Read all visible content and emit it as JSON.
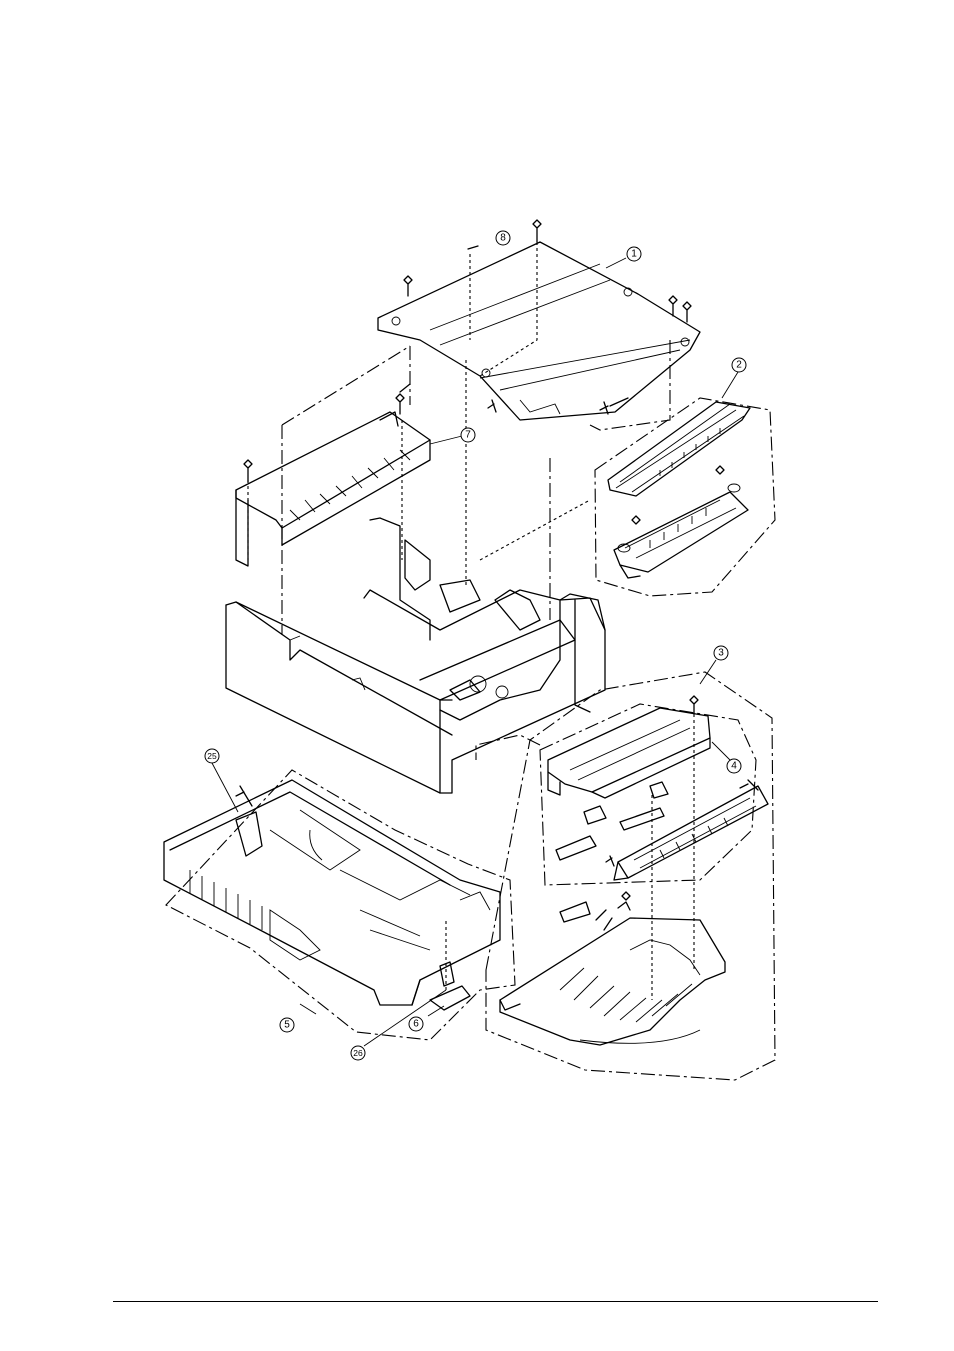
{
  "diagram": {
    "callouts": [
      {
        "id": "c1",
        "label": "1"
      },
      {
        "id": "c2",
        "label": "2"
      },
      {
        "id": "c3",
        "label": "3"
      },
      {
        "id": "c4",
        "label": "4"
      },
      {
        "id": "c5",
        "label": "5"
      },
      {
        "id": "c6",
        "label": "6"
      },
      {
        "id": "c7",
        "label": "7"
      },
      {
        "id": "c8",
        "label": "8"
      },
      {
        "id": "c25",
        "label": "25"
      },
      {
        "id": "c26",
        "label": "26"
      }
    ]
  }
}
